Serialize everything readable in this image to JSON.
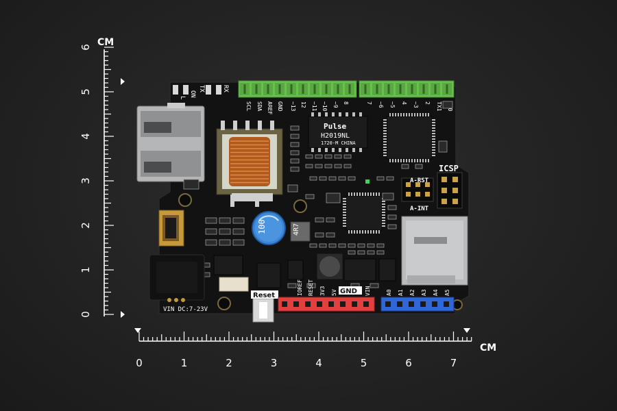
{
  "ruler": {
    "unit_label": "CM",
    "horizontal_ticks": [
      "0",
      "1",
      "2",
      "3",
      "4",
      "5",
      "6",
      "7"
    ],
    "vertical_ticks": [
      "0",
      "1",
      "2",
      "3",
      "4",
      "5",
      "6"
    ]
  },
  "board": {
    "pulse_brand": "Pulse",
    "transformer_part": "H2019NL",
    "transformer_sub": "1720-M CHINA",
    "header_labels_top": [
      "SCL",
      "SDA",
      "AREF",
      "GND",
      "~13",
      "12",
      "~11",
      "~10",
      "~9",
      "8",
      "7",
      "~6",
      "~5",
      "4",
      "~3",
      "2",
      "TX1",
      "RX0"
    ],
    "status_leds": [
      "L",
      "ON",
      "TX",
      "RX"
    ],
    "power_labels": [
      "IOREF",
      "RESET",
      "3V3",
      "5V",
      "GND",
      "VIN"
    ],
    "analog_labels": [
      "A0",
      "A1",
      "A2",
      "A3",
      "A4",
      "A5"
    ],
    "gnd_tag": "GND",
    "reset_label": "Reset",
    "vin_label": "VIN DC:7-23V",
    "icsp_label": "ICSP",
    "a_rst_label": "A-RST",
    "a_int_label": "A-INT",
    "cap_label": "100",
    "inductor_label": "4R7"
  },
  "colors": {
    "background": "#232323",
    "pcb": "#121212",
    "green_terminal": "#66c24c",
    "red_header": "#e2403f",
    "blue_header": "#2f66d8"
  }
}
